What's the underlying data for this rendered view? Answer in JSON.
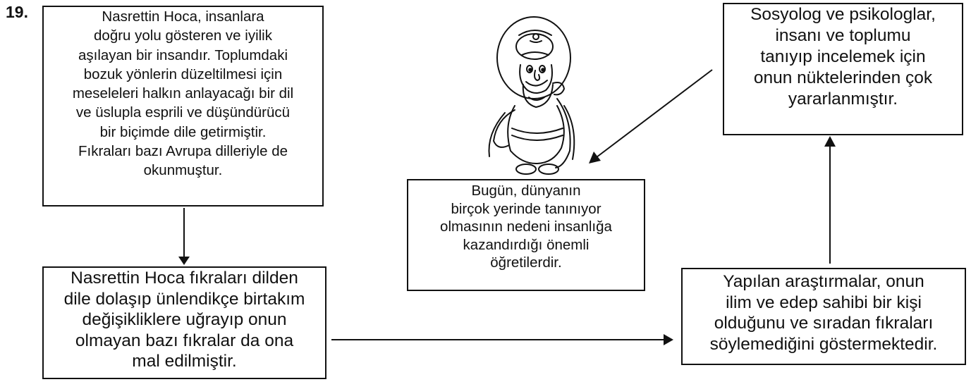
{
  "question_number": "19.",
  "boxes": {
    "top_left": {
      "lines": [
        "Nasrettin Hoca, insanlara",
        "doğru yolu gösteren ve iyilik",
        "aşılayan bir insandır. Toplumdaki",
        "bozuk yönlerin düzeltilmesi için",
        "meseleleri halkın anlayacağı bir dil",
        "ve üslupla esprili ve düşündürücü",
        "bir biçimde dile getirmiştir.",
        "Fıkraları bazı Avrupa dilleriyle de",
        "okunmuştur."
      ]
    },
    "bottom_left": {
      "lines": [
        "Nasrettin Hoca  fıkraları dilden",
        "dile dolaşıp ünlendikçe birtakım",
        "değişikliklere uğrayıp onun",
        "olmayan bazı fıkralar da ona",
        "mal edilmiştir."
      ]
    },
    "center": {
      "lines": [
        "Bugün, dünyanın",
        "birçok yerinde tanınıyor",
        "olmasının nedeni insanlığa",
        "kazandırdığı önemli",
        "öğretilerdir."
      ]
    },
    "top_right": {
      "lines": [
        "Sosyolog ve psikologlar,",
        "insanı ve toplumu",
        "tanıyıp incelemek için",
        "onun nüktelerinden çok",
        "yararlanmıştır."
      ]
    },
    "bottom_right": {
      "lines": [
        "Yapılan araştırmalar, onun",
        "ilim ve edep sahibi bir kişi",
        "olduğunu ve sıradan fıkraları",
        "söylemediğini göstermektedir."
      ]
    }
  },
  "illustration": {
    "subject": "nasreddin-hodja-cartoon"
  }
}
